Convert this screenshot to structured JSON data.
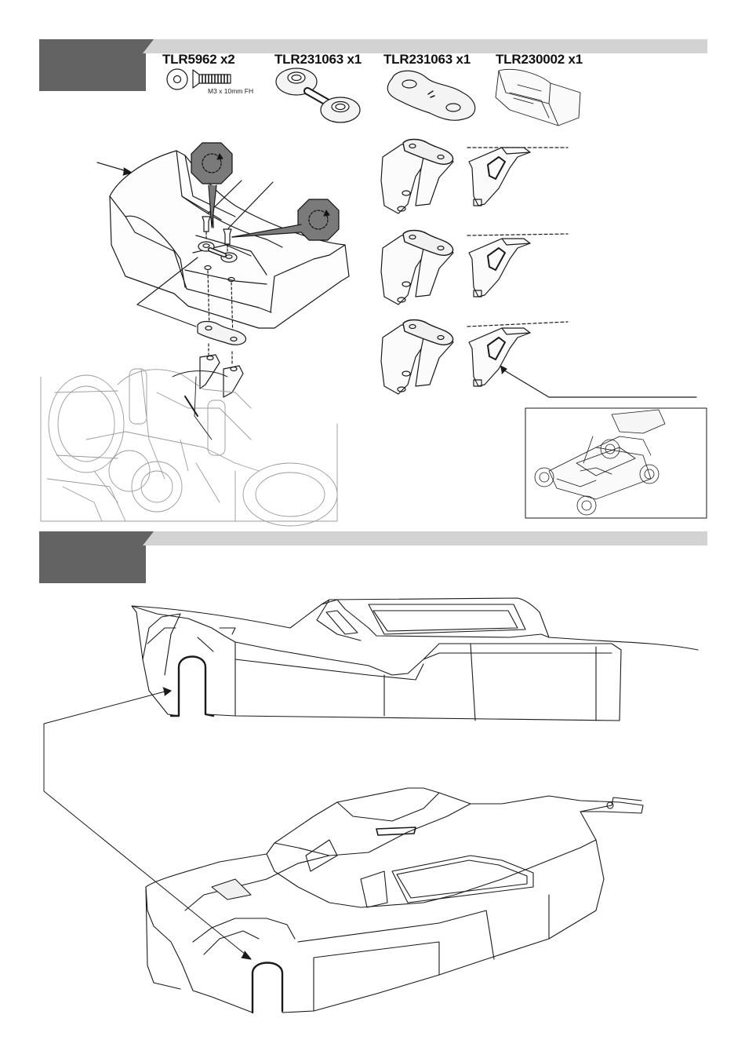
{
  "parts": [
    {
      "id": "part-1",
      "label": "TLR5962 x2",
      "detail": "M3 x 10mm FH"
    },
    {
      "id": "part-2",
      "label": "TLR231063 x1"
    },
    {
      "id": "part-3",
      "label": "TLR231063 x1"
    },
    {
      "id": "part-4",
      "label": "TLR230002 x1"
    }
  ],
  "icons": [
    "screwdriver-rotation-icon",
    "screwdriver-rotation-icon"
  ],
  "colors": {
    "step_tab": "#636363",
    "step_bar": "#d3d3d3",
    "ink": "#1a1a1a"
  }
}
